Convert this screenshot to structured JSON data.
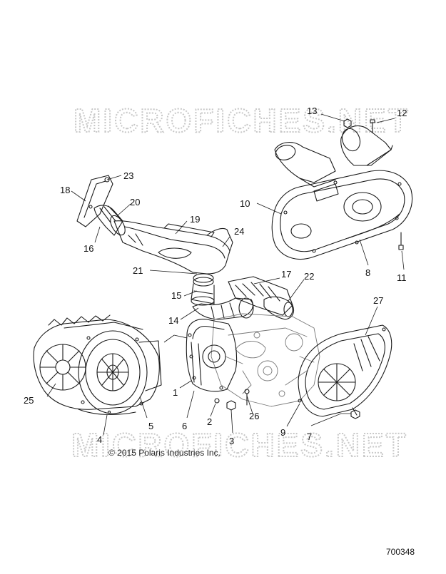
{
  "watermark": "MICROFICHES.NET",
  "copyright": "© 2015 Polaris Industries Inc.",
  "diagram_id": "700348",
  "callouts": [
    "1",
    "2",
    "3",
    "4",
    "5",
    "6",
    "7",
    "8",
    "9",
    "10",
    "11",
    "12",
    "13",
    "14",
    "15",
    "16",
    "17",
    "18",
    "19",
    "20",
    "21",
    "22",
    "23",
    "24",
    "25",
    "26",
    "27"
  ]
}
